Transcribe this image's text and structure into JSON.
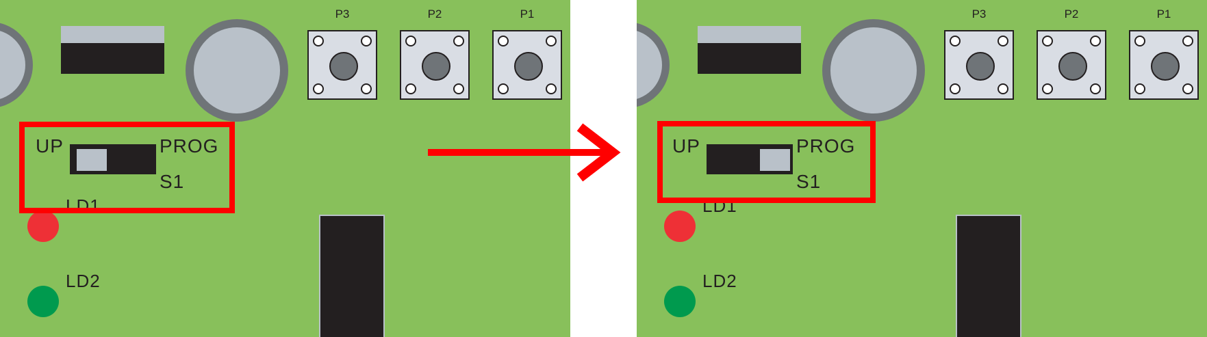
{
  "colors": {
    "board": "#88c05b",
    "dark": "#231f20",
    "metal": "#b9c1c9",
    "metal_ring": "#6f7478",
    "highlight": "#ff0000",
    "led_red": "#ee3036",
    "led_green": "#009a4e"
  },
  "buttons": {
    "p3": "P3",
    "p2": "P2",
    "p1": "P1"
  },
  "switch": {
    "left_label": "UP",
    "right_label": "PROG",
    "name": "S1"
  },
  "leds": {
    "ld1": "LD1",
    "ld2": "LD2"
  },
  "before": {
    "switch_position": "UP"
  },
  "after": {
    "switch_position": "PROG"
  },
  "icons": {
    "transition": "right-arrow-icon"
  }
}
